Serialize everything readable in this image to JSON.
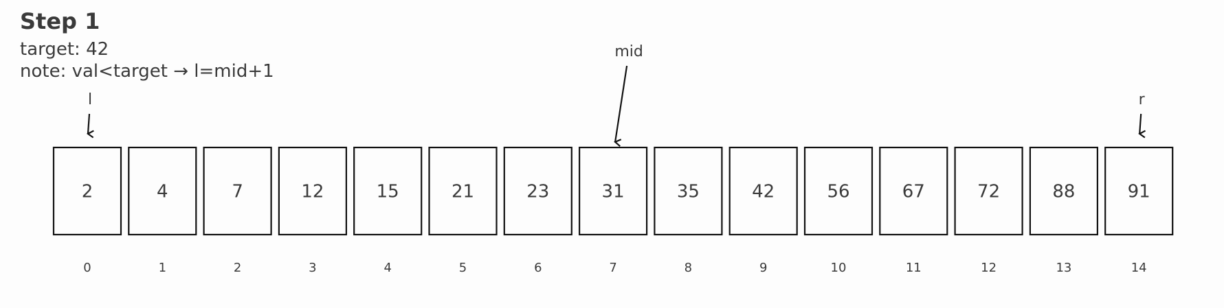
{
  "step_title": "Step 1",
  "target_text": "target: 42",
  "note_text": "note: val<target → l=mid+1",
  "array": {
    "values": [
      2,
      4,
      7,
      12,
      15,
      21,
      23,
      31,
      35,
      42,
      56,
      67,
      72,
      88,
      91
    ],
    "indices": [
      0,
      1,
      2,
      3,
      4,
      5,
      6,
      7,
      8,
      9,
      10,
      11,
      12,
      13,
      14
    ]
  },
  "pointers": [
    {
      "label": "l",
      "index": 0
    },
    {
      "label": "mid",
      "index": 7
    },
    {
      "label": "r",
      "index": 14
    }
  ]
}
